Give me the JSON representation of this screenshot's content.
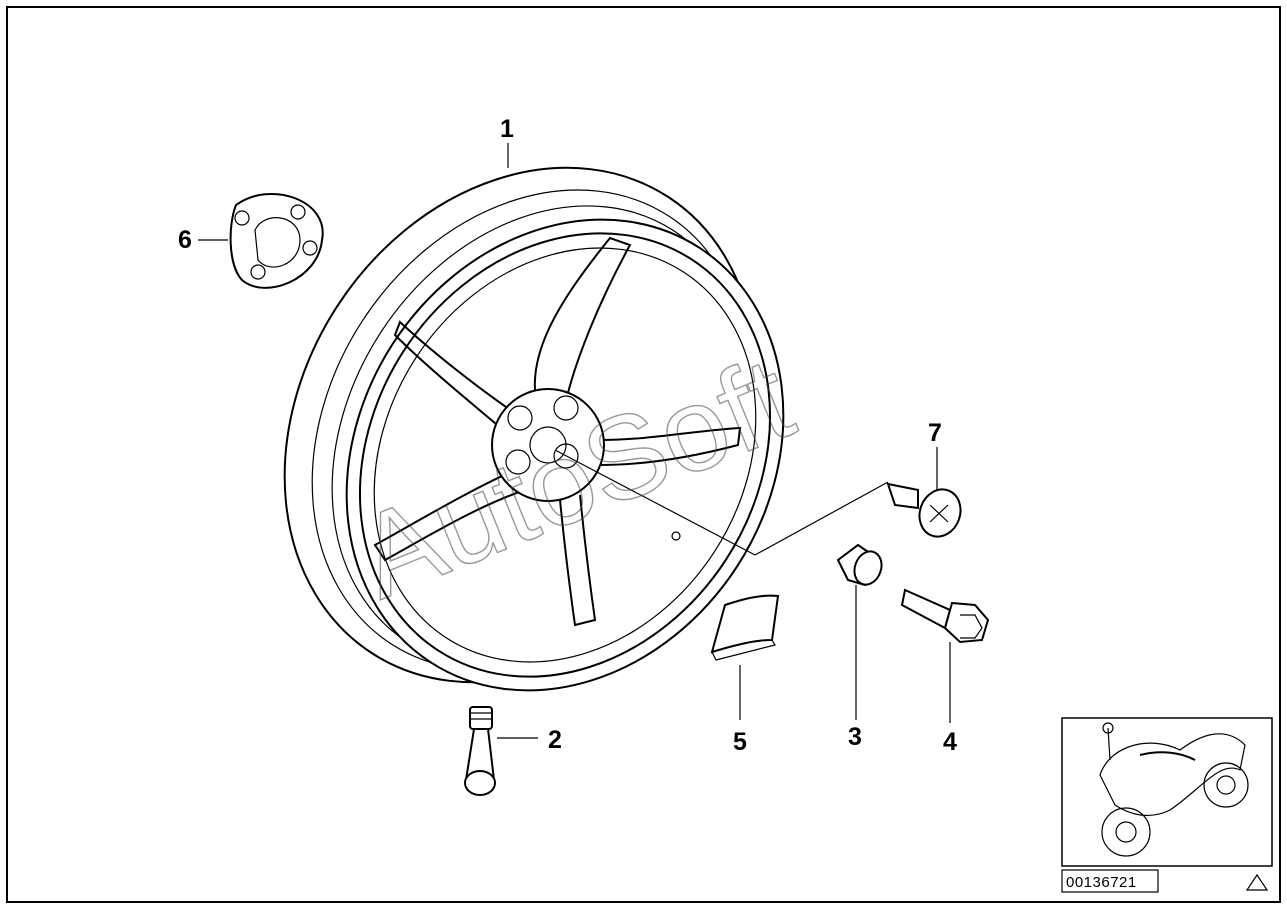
{
  "watermark": "AutoSoft",
  "diagram_id": "00136721",
  "callouts": [
    {
      "id": "part-1",
      "label": "1"
    },
    {
      "id": "part-2",
      "label": "2"
    },
    {
      "id": "part-3",
      "label": "3"
    },
    {
      "id": "part-4",
      "label": "4"
    },
    {
      "id": "part-5",
      "label": "5"
    },
    {
      "id": "part-6",
      "label": "6"
    },
    {
      "id": "part-7",
      "label": "7"
    }
  ],
  "icons": {
    "motorcycle": "motorcycle-thumbnail-icon",
    "triangle": "triangle-warning-icon"
  }
}
